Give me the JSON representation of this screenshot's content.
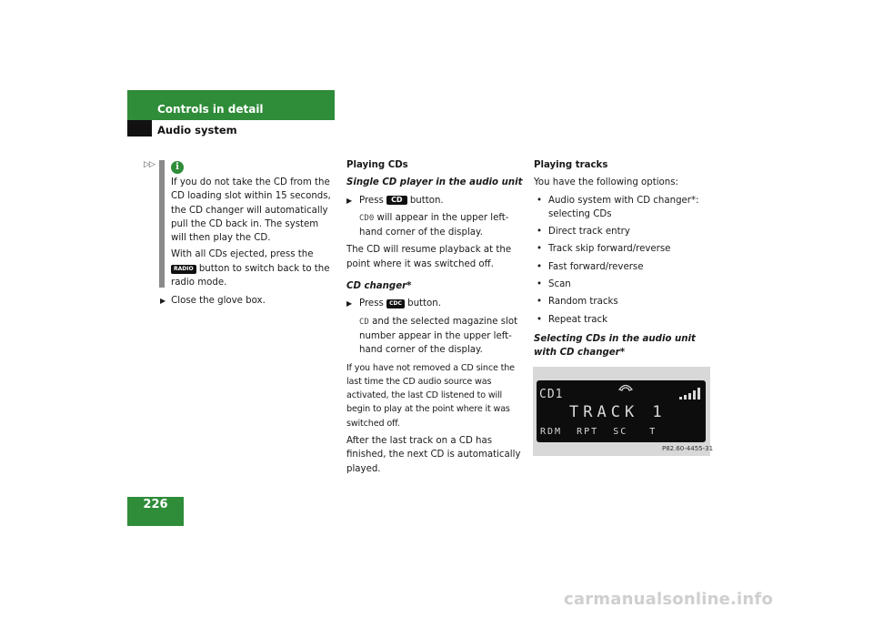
{
  "header": {
    "section": "Controls in detail",
    "subsection": "Audio system"
  },
  "info_note": {
    "icon": "info-icon",
    "paragraph1": "If you do not take the CD from the CD loading slot within 15 seconds, the CD changer will automatically pull the CD back in. The system will then play the CD.",
    "paragraph2_before": "With all CDs ejected, press the",
    "radio_key": "RADIO",
    "paragraph2_after": "button to switch back to the radio mode."
  },
  "step_close": "Close the glove box.",
  "playing_cds": {
    "heading": "Playing CDs",
    "single_heading": "Single CD player in the audio unit",
    "press_label": "Press",
    "cd_key": "CD",
    "button_word": "button.",
    "cd0_code": "CD0",
    "cd0_text": "will appear in the upper left-hand corner of the display.",
    "resume_text": "The CD will resume playback at the point where it was switched off.",
    "changer_heading": "CD changer*",
    "cdc_key": "CDC",
    "cd_code": "CD",
    "cd_slot_text": "and the selected magazine slot number appear in the upper left-hand corner of the display.",
    "not_removed_text": "If you have not removed a CD since the last time the CD audio source was activated, the last CD listened to will begin to play at the point where it was switched off.",
    "after_last_text": "After the last track on a CD has finished, the next CD is automatically played."
  },
  "playing_tracks": {
    "heading": "Playing tracks",
    "intro": "You have the following options:",
    "options": [
      "Audio system with CD changer*: selecting CDs",
      "Direct track entry",
      "Track skip forward/reverse",
      "Fast forward/reverse",
      "Scan",
      "Random tracks",
      "Repeat track"
    ],
    "selecting_heading": "Selecting CDs in the audio unit with CD changer*"
  },
  "display": {
    "cd_label": "CD1",
    "track_label": "TRACK 1",
    "bottom_row": "RDM  RPT  SC   T",
    "figure_code": "P82.60-4455-31"
  },
  "page_number": "226",
  "footer": "carmanualsonline.info",
  "colors": {
    "accent_green": "#2f8c39",
    "display_bg": "#0d0d0d"
  }
}
